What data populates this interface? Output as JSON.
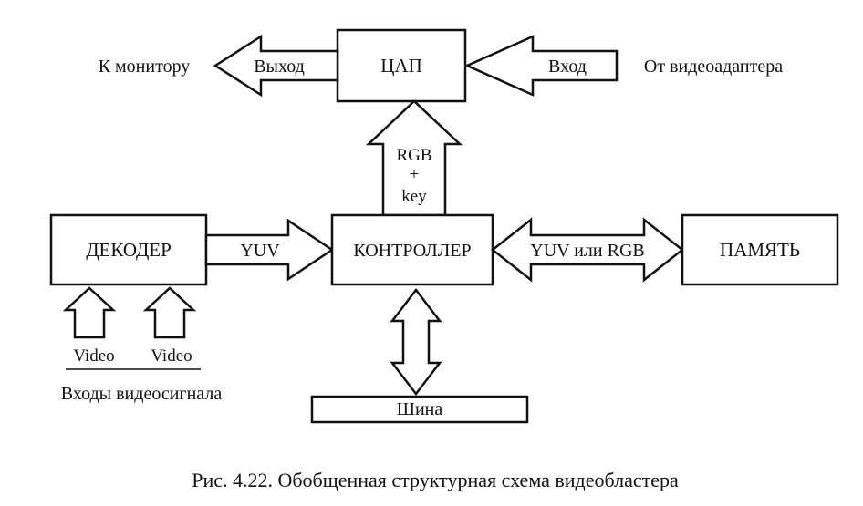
{
  "blocks": {
    "dac": "ЦАП",
    "decoder": "ДЕКОДЕР",
    "controller": "КОНТРОЛЛЕР",
    "memory": "ПАМЯТЬ",
    "bus": "Шина"
  },
  "arrows": {
    "output": "Выход",
    "input": "Вход",
    "rgb_key_line1": "RGB",
    "rgb_key_line2": "+",
    "rgb_key_line3": "key",
    "yuv": "YUV",
    "yuv_or_rgb": "YUV или RGB",
    "video_1": "Video",
    "video_2": "Video"
  },
  "labels": {
    "to_monitor": "К монитору",
    "from_adapter": "От видеоадаптера",
    "video_inputs": "Входы видеосигнала"
  },
  "caption": "Рис. 4.22. Обобщенная структурная схема видеобластера"
}
